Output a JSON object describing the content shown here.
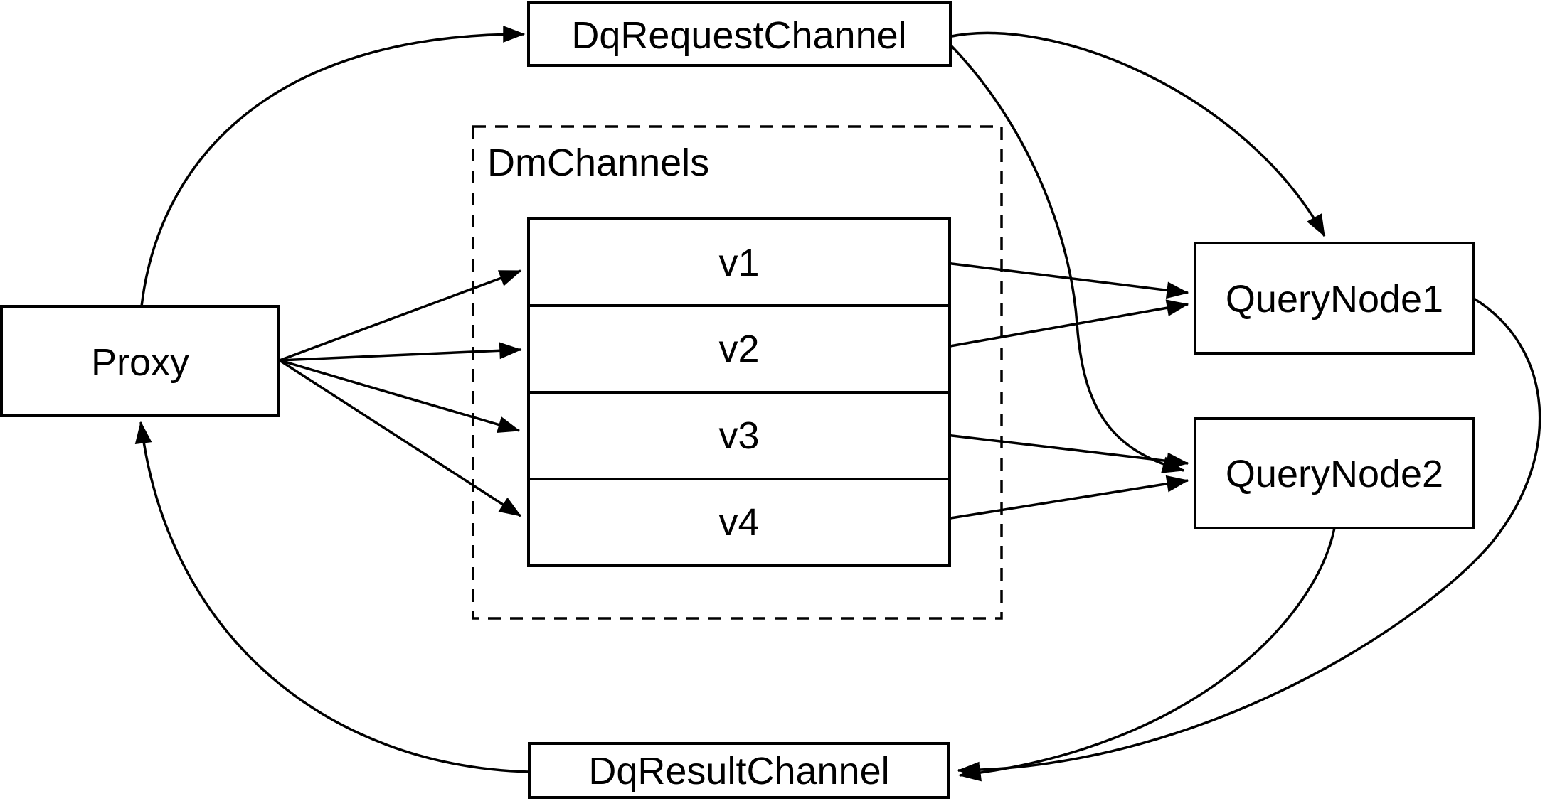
{
  "diagram": {
    "style": {
      "background": "#ffffff",
      "stroke_color": "#000000",
      "text_color": "#000000"
    },
    "nodes": {
      "proxy": {
        "label": "Proxy"
      },
      "dq_request_channel": {
        "label": "DqRequestChannel"
      },
      "dm_channels": {
        "label": "DmChannels",
        "channels": [
          {
            "label": "v1"
          },
          {
            "label": "v2"
          },
          {
            "label": "v3"
          },
          {
            "label": "v4"
          }
        ]
      },
      "query_node_1": {
        "label": "QueryNode1"
      },
      "query_node_2": {
        "label": "QueryNode2"
      },
      "dq_result_channel": {
        "label": "DqResultChannel"
      }
    },
    "edges": [
      {
        "from": "Proxy",
        "to": "DqRequestChannel"
      },
      {
        "from": "Proxy",
        "to": "v1"
      },
      {
        "from": "Proxy",
        "to": "v2"
      },
      {
        "from": "Proxy",
        "to": "v3"
      },
      {
        "from": "Proxy",
        "to": "v4"
      },
      {
        "from": "v1",
        "to": "QueryNode1"
      },
      {
        "from": "v2",
        "to": "QueryNode1"
      },
      {
        "from": "v3",
        "to": "QueryNode2"
      },
      {
        "from": "v4",
        "to": "QueryNode2"
      },
      {
        "from": "DqRequestChannel",
        "to": "QueryNode1"
      },
      {
        "from": "DqRequestChannel",
        "to": "QueryNode2"
      },
      {
        "from": "QueryNode1",
        "to": "DqResultChannel"
      },
      {
        "from": "QueryNode2",
        "to": "DqResultChannel"
      },
      {
        "from": "DqResultChannel",
        "to": "Proxy"
      }
    ]
  }
}
